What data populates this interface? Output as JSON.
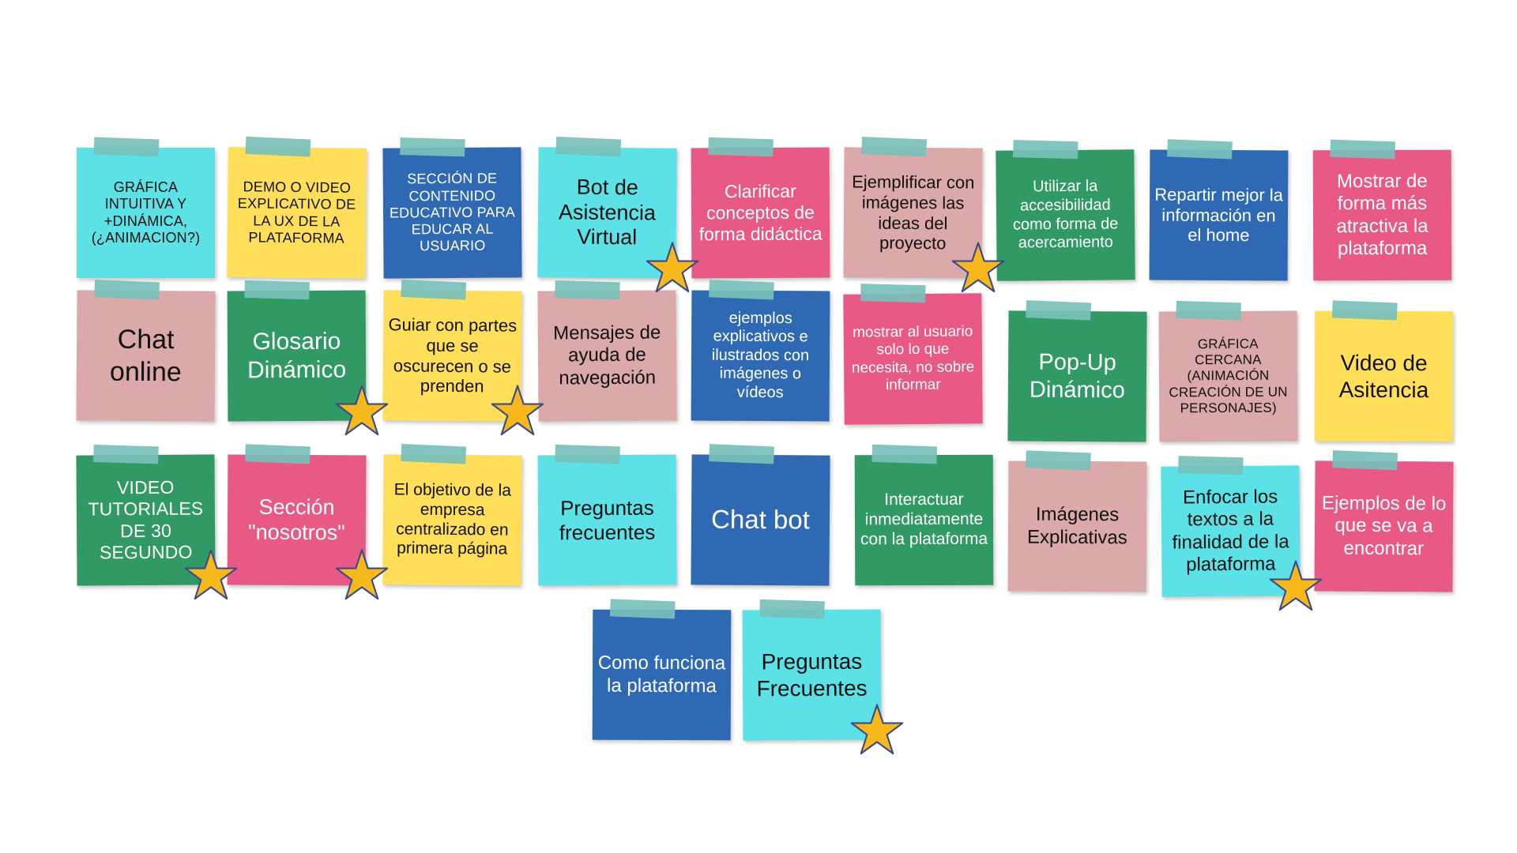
{
  "colors": {
    "cyan": "#5ce1e6",
    "yellow": "#ffde59",
    "blue": "#2f69b4",
    "pink": "#e85a85",
    "rose": "#dba9aa",
    "green": "#319a64",
    "tape": "#78bfb9",
    "star": "#f7b81c",
    "star_outline": "#3a4a8c"
  },
  "icons": {
    "star": "star-icon",
    "tape": "tape-strip"
  },
  "notes": [
    {
      "text": "GRÁFICA INTUITIVA Y +DINÁMICA, (¿ANIMACION?)",
      "color": "cyan",
      "starred": false
    },
    {
      "text": "DEMO O VIDEO EXPLICATIVO DE LA UX DE LA PLATAFORMA",
      "color": "yellow",
      "starred": false
    },
    {
      "text": "SECCIÓN DE CONTENIDO EDUCATIVO PARA EDUCAR AL USUARIO",
      "color": "blue",
      "starred": false
    },
    {
      "text": "Bot de Asistencia Virtual",
      "color": "cyan",
      "starred": true
    },
    {
      "text": "Clarificar conceptos de forma didáctica",
      "color": "pink",
      "starred": false
    },
    {
      "text": "Ejemplificar con imágenes las ideas del proyecto",
      "color": "rose",
      "starred": true
    },
    {
      "text": "Utilizar la accesibilidad como forma de acercamiento",
      "color": "green",
      "starred": false
    },
    {
      "text": "Repartir mejor la información en el home",
      "color": "blue",
      "starred": false
    },
    {
      "text": "Mostrar de forma más atractiva la plataforma",
      "color": "pink",
      "starred": false
    },
    {
      "text": "Chat online",
      "color": "rose",
      "starred": false
    },
    {
      "text": "Glosario Dinámico",
      "color": "green",
      "starred": true
    },
    {
      "text": "Guiar con partes que se oscurecen o se prenden",
      "color": "yellow",
      "starred": true
    },
    {
      "text": "Mensajes de ayuda de navegación",
      "color": "rose",
      "starred": false
    },
    {
      "text": "ejemplos explicativos e ilustrados con imágenes o vídeos",
      "color": "blue",
      "starred": false
    },
    {
      "text": "mostrar al usuario solo lo que necesita, no sobre informar",
      "color": "pink",
      "starred": false
    },
    {
      "text": "Pop-Up Dinámico",
      "color": "green",
      "starred": false
    },
    {
      "text": "GRÁFICA CERCANA (ANIMACIÓN CREACIÓN DE UN PERSONAJES)",
      "color": "rose",
      "starred": false
    },
    {
      "text": "Video de Asitencia",
      "color": "yellow",
      "starred": false
    },
    {
      "text": "VIDEO TUTORIALES DE 30 SEGUNDO",
      "color": "green",
      "starred": true
    },
    {
      "text": "Sección \"nosotros\"",
      "color": "pink",
      "starred": true
    },
    {
      "text": "El objetivo de la empresa centralizado en primera página",
      "color": "yellow",
      "starred": false
    },
    {
      "text": "Preguntas frecuentes",
      "color": "cyan",
      "starred": false
    },
    {
      "text": "Chat bot",
      "color": "blue",
      "starred": false
    },
    {
      "text": "Interactuar inmediatamente con la plataforma",
      "color": "green",
      "starred": false
    },
    {
      "text": "Imágenes Explicativas",
      "color": "rose",
      "starred": false
    },
    {
      "text": "Enfocar los textos a la finalidad de la plataforma",
      "color": "cyan",
      "starred": true
    },
    {
      "text": "Ejemplos de lo que se va a encontrar",
      "color": "pink",
      "starred": false
    },
    {
      "text": "Como funciona la plataforma",
      "color": "blue",
      "starred": false
    },
    {
      "text": "Preguntas Frecuentes",
      "color": "cyan",
      "starred": true
    }
  ]
}
